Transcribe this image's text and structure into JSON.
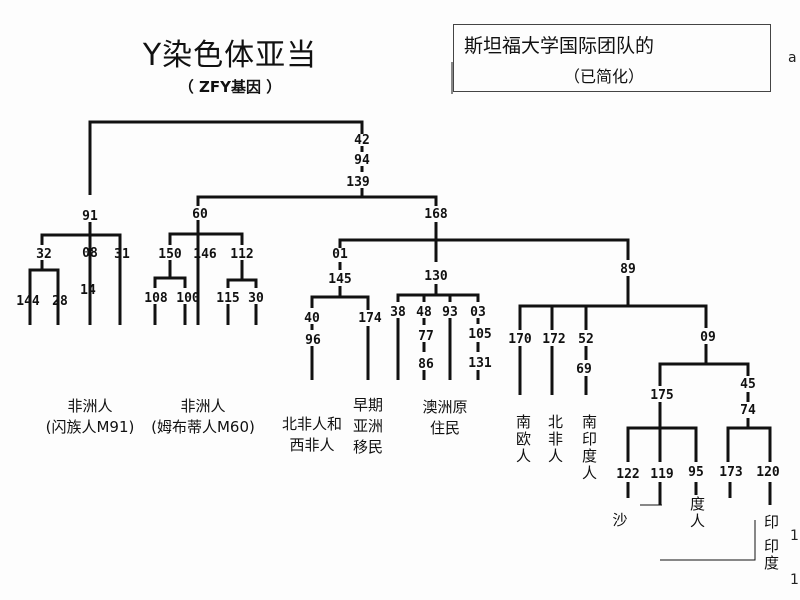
{
  "title": "Y染色体亚当",
  "subtitle": "（ ZFY基因 ）",
  "source_box": {
    "line1": "斯坦福大学国际团队的",
    "line2": "（已简化）"
  },
  "deco_right": "a",
  "deco_bottom1": "1",
  "deco_bottom2": "1",
  "nodes": {
    "n42": "42",
    "n94": "94",
    "n139": "139",
    "n91": "91",
    "n60": "60",
    "n168": "168",
    "n32": "32",
    "n08": "08",
    "n31": "31",
    "n144": "144",
    "n28": "28",
    "n14": "14",
    "n150": "150",
    "n146": "146",
    "n112": "112",
    "n108": "108",
    "n100": "100",
    "n115": "115",
    "n30": "30",
    "n01": "01",
    "n145": "145",
    "n40": "40",
    "n96": "96",
    "n174": "174",
    "n130": "130",
    "n38": "38",
    "n48": "48",
    "n93": "93",
    "n03": "03",
    "n77": "77",
    "n86": "86",
    "n105": "105",
    "n131": "131",
    "n89": "89",
    "n170": "170",
    "n172": "172",
    "n52": "52",
    "n69": "69",
    "n09": "09",
    "n175": "175",
    "n45": "45",
    "n74": "74",
    "n122": "122",
    "n119": "119",
    "n95": "95",
    "n173": "173",
    "n120": "120"
  },
  "populations": {
    "african1": "非洲人\n(闪族人M91)",
    "african2": "非洲人\n(姆布蒂人M60)",
    "nafrica_wafrica": "北非人和\n西非人",
    "early_asia": "早期\n亚洲\n移民",
    "aus": "澳洲原\n住民",
    "s_europe": "南欧人",
    "n_africa": "北非人",
    "s_india": "南印度人",
    "sha": "沙",
    "du_ren": "度人",
    "yin": "印",
    "india": "印度"
  }
}
